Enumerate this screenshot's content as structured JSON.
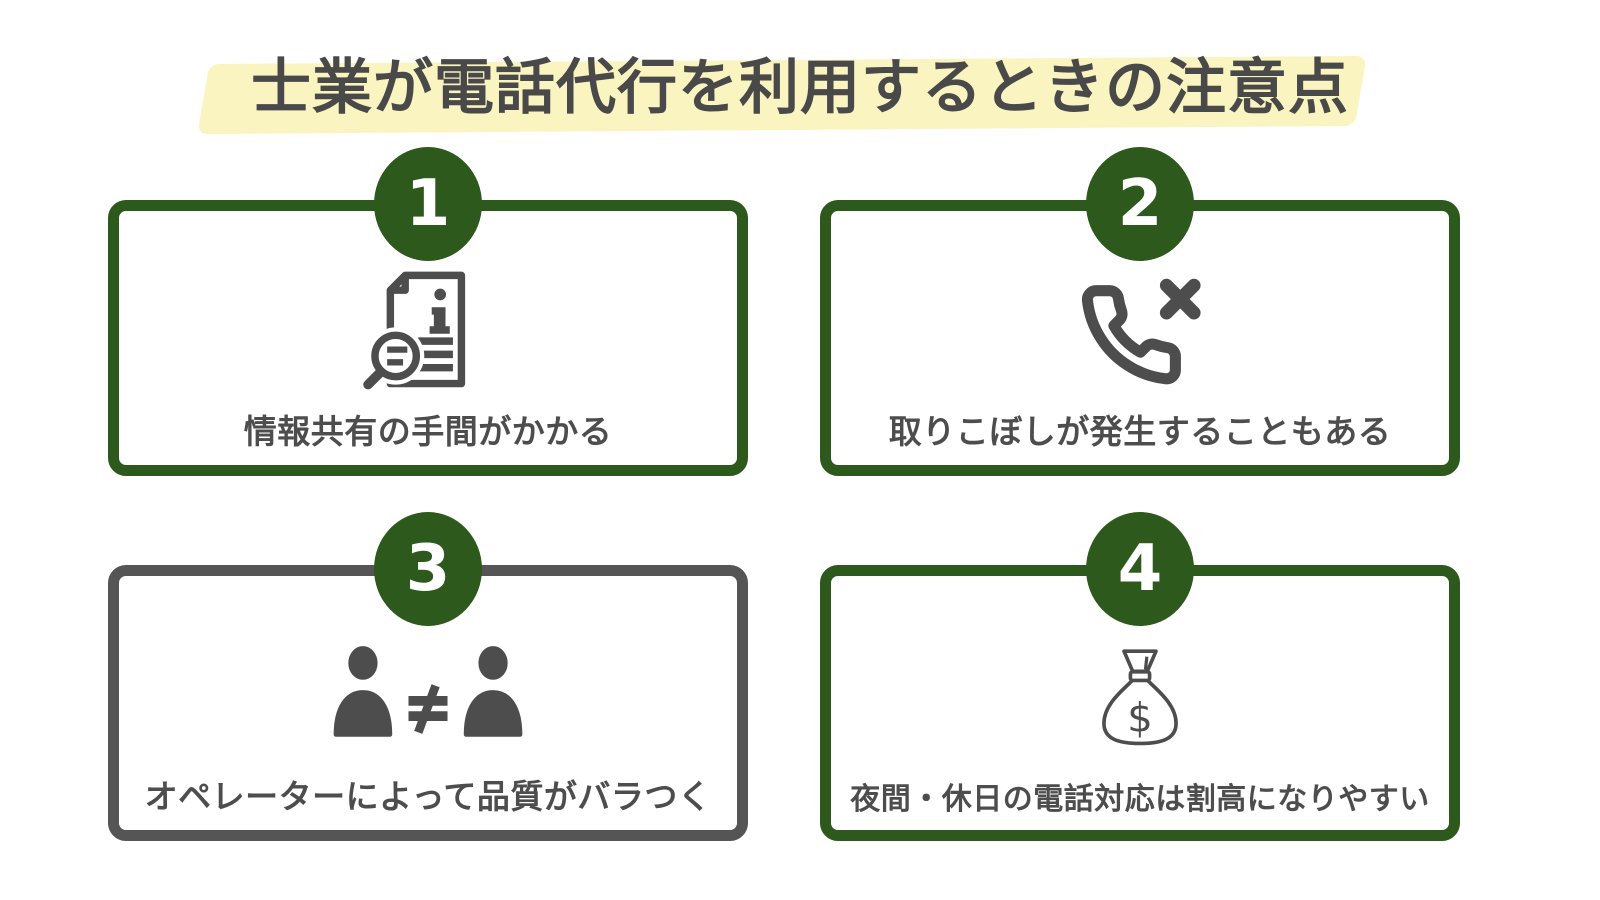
{
  "title": {
    "text": "士業が電話代行を利用するときの注意点"
  },
  "colors": {
    "green": "#2e591c",
    "gray": "#555555",
    "ink": "#4d4d4d",
    "title_ink": "#494949",
    "highlight_yellow": "#f9f4c0"
  },
  "items": [
    {
      "number": "1",
      "label": "情報共有の手間がかかる",
      "icon": "document-search-icon",
      "accent": "green"
    },
    {
      "number": "2",
      "label": "取りこぼしが発生することもある",
      "icon": "phone-missed-call-icon",
      "accent": "green"
    },
    {
      "number": "3",
      "label": "オペレーターによって品質がバラつく",
      "icon": "operators-not-equal-icon",
      "accent": "gray"
    },
    {
      "number": "4",
      "label": "夜間・休日の電話対応は割高になりやすい",
      "icon": "money-bag-icon",
      "accent": "green"
    }
  ]
}
